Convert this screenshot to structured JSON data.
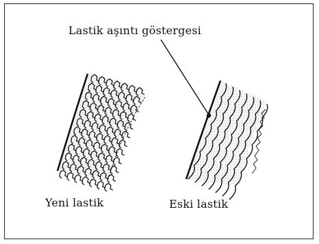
{
  "diagram": {
    "indicator_label": "Lastik aşıntı göstergesi",
    "new_tire_label": "Yeni lastik",
    "old_tire_label": "Eski lastik"
  }
}
